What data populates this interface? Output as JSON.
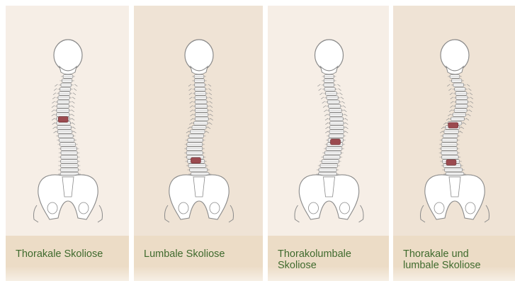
{
  "colors": {
    "panel_light_bg": "#f6eee6",
    "panel_dark_bg": "#efe3d5",
    "caption_bg": "#ecdcc6",
    "caption_text": "#3f6a2d",
    "bone_fill": "#ffffff",
    "bone_stroke": "#8a8a8a",
    "highlight_vertebra": "#9b4a4f"
  },
  "panels": [
    {
      "caption_lines": [
        "Thorakale Skoliose"
      ],
      "curve": "thoracic"
    },
    {
      "caption_lines": [
        "Lumbale Skoliose"
      ],
      "curve": "lumbar"
    },
    {
      "caption_lines": [
        "Thorakolumbale",
        "Skoliose"
      ],
      "curve": "thoracolumbar"
    },
    {
      "caption_lines": [
        "Thorakale und",
        "lumbale Skoliose"
      ],
      "curve": "double"
    }
  ]
}
